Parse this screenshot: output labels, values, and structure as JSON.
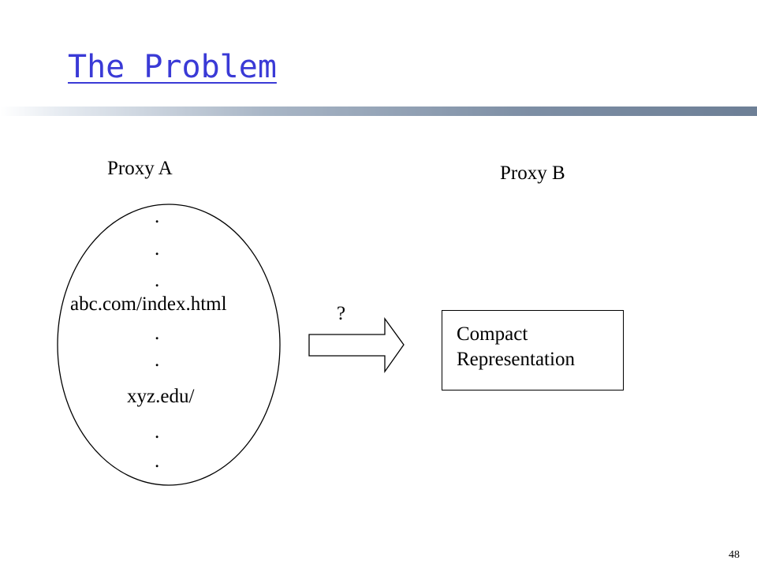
{
  "slide": {
    "title": "The Problem",
    "page_number": "48"
  },
  "diagram": {
    "proxy_a_label": "Proxy A",
    "proxy_b_label": "Proxy B",
    "ellipse_items": {
      "dot": ".",
      "url_1": "abc.com/index.html",
      "url_2": "xyz.edu/"
    },
    "question_mark": "?",
    "box_line1": "Compact",
    "box_line2": "Representation"
  }
}
